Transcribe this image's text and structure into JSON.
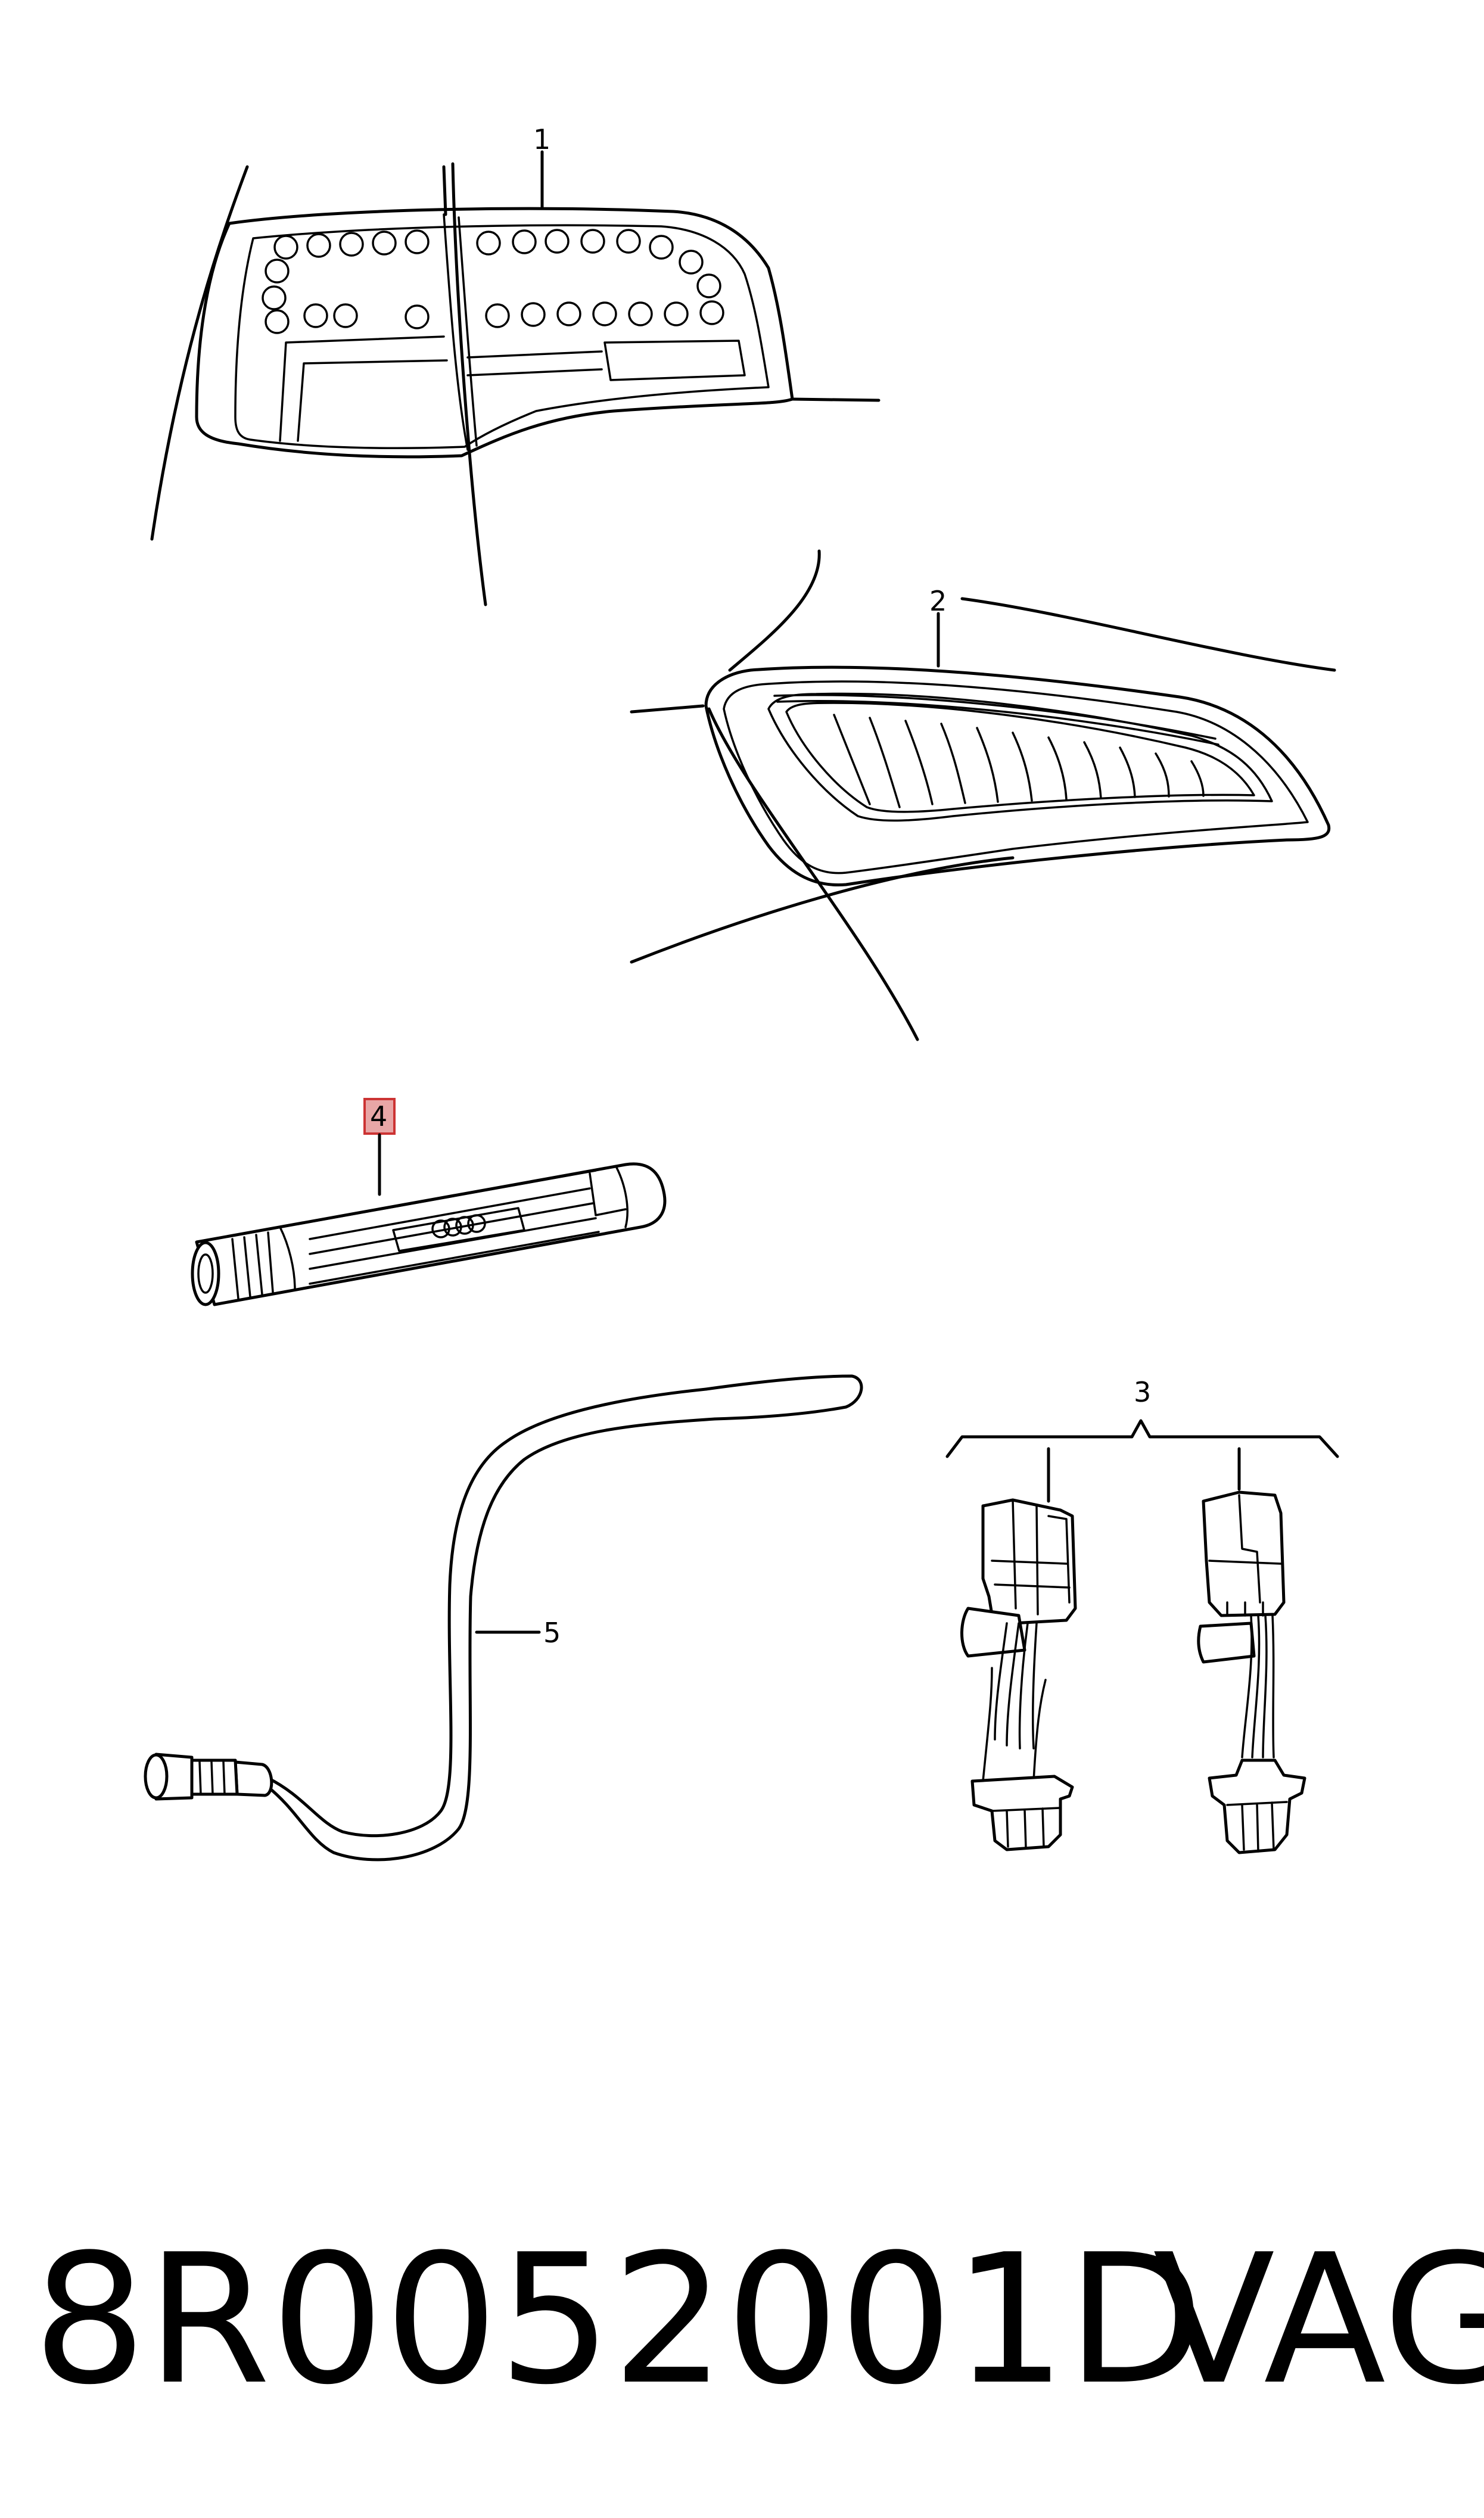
{
  "callouts": {
    "c1": "1",
    "c2": "2",
    "c3": "3",
    "c4": "4",
    "c5": "5"
  },
  "highlight_color": "#e8a6a6",
  "footer": {
    "part_number": "8R0052001D",
    "brand": "VAG"
  }
}
